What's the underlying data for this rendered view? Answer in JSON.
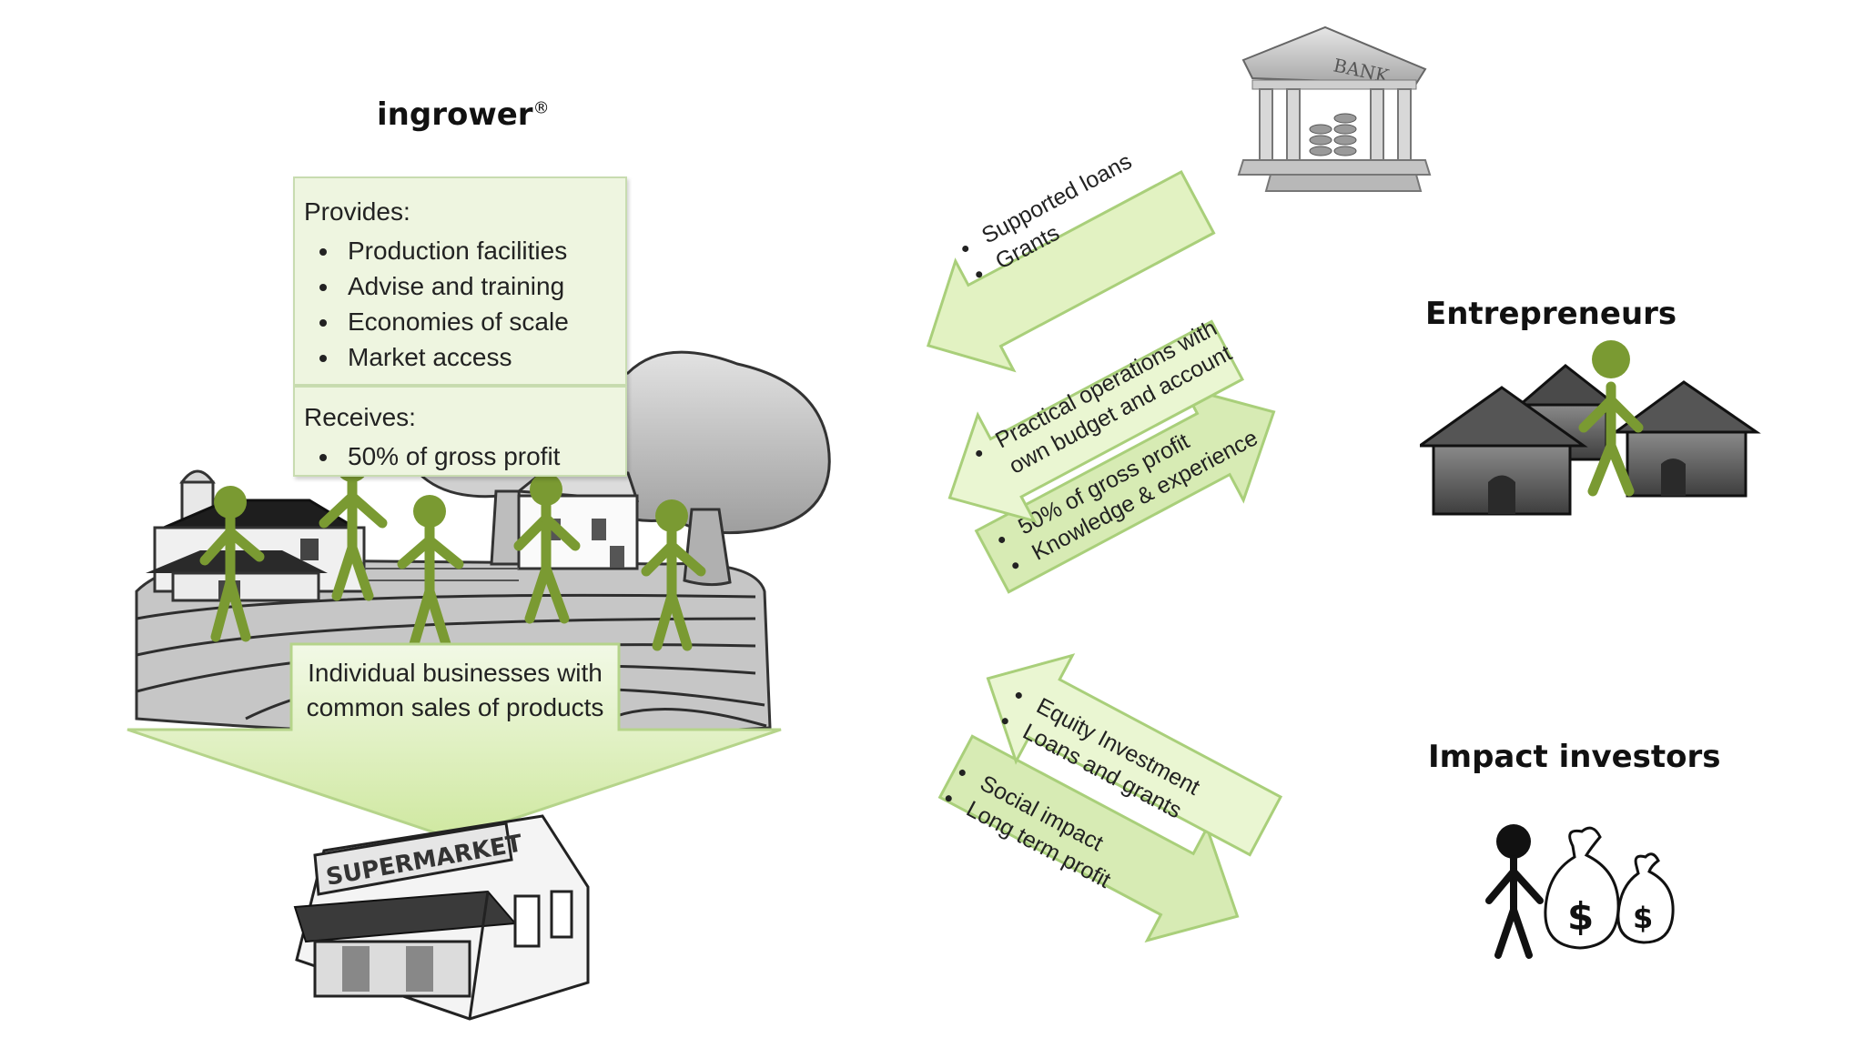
{
  "ingrower": {
    "title": "ingrower",
    "title_mark": "®",
    "provides_title": "Provides:",
    "provides_items": [
      "Production facilities",
      "Advise and training",
      "Economies of scale",
      "Market access"
    ],
    "receives_title": "Receives:",
    "receives_items": [
      "50% of gross profit"
    ],
    "businesses_text": "Individual businesses with common sales of products"
  },
  "supermarket_sign": "SUPERMARKET",
  "bank_sign": "BANK",
  "entrepreneurs_title": "Entrepreneurs",
  "impact_investors_title": "Impact investors",
  "arrows": {
    "bank_to_ingrower": [
      "Supported loans",
      "Grants"
    ],
    "entrepreneurs_to_ingrower": [
      "Practical operations with own budget and account"
    ],
    "ingrower_to_entrepreneurs": [
      "50% of gross profit",
      "Knowledge & experience"
    ],
    "investors_to_ingrower": [
      "Equity Investment",
      "Loans and grants"
    ],
    "ingrower_to_investors": [
      "Social impact",
      "Long term profit"
    ]
  },
  "colors": {
    "arrow_fill": "#e2f2c2",
    "arrow_stroke": "#a9cf7a",
    "figure_green": "#7a9a32",
    "box_fill": "#eef5e0"
  }
}
